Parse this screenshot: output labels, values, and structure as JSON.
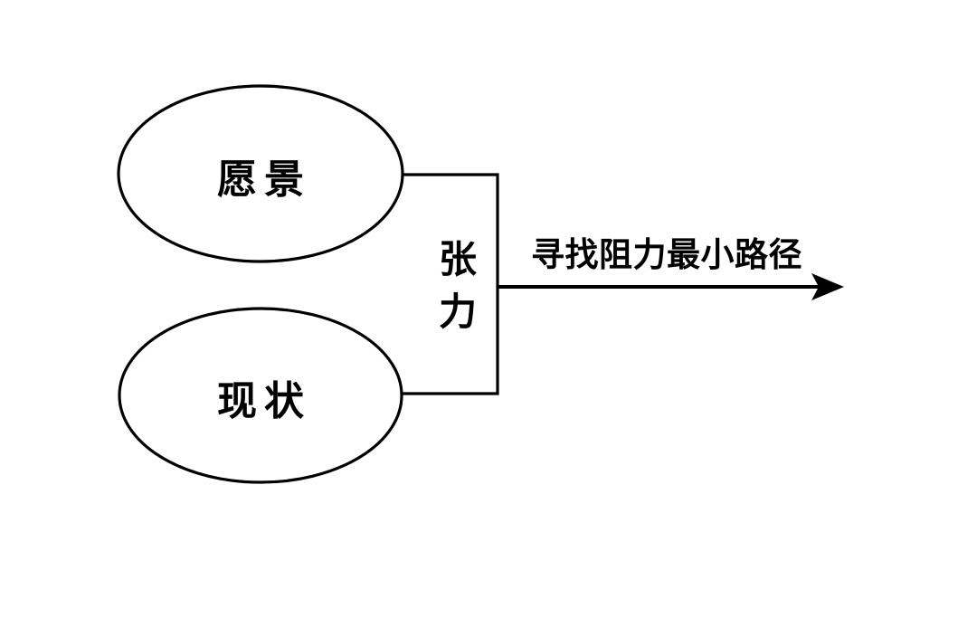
{
  "diagram": {
    "background_color": "#ffffff",
    "stroke_color": "#000000",
    "nodes": {
      "vision": {
        "label": "愿景",
        "shape": "ellipse"
      },
      "current_state": {
        "label": "现状",
        "shape": "ellipse"
      },
      "tension": {
        "label": "张力",
        "orientation": "vertical"
      }
    },
    "arrow": {
      "label": "寻找阻力最小路径",
      "direction": "right"
    }
  }
}
